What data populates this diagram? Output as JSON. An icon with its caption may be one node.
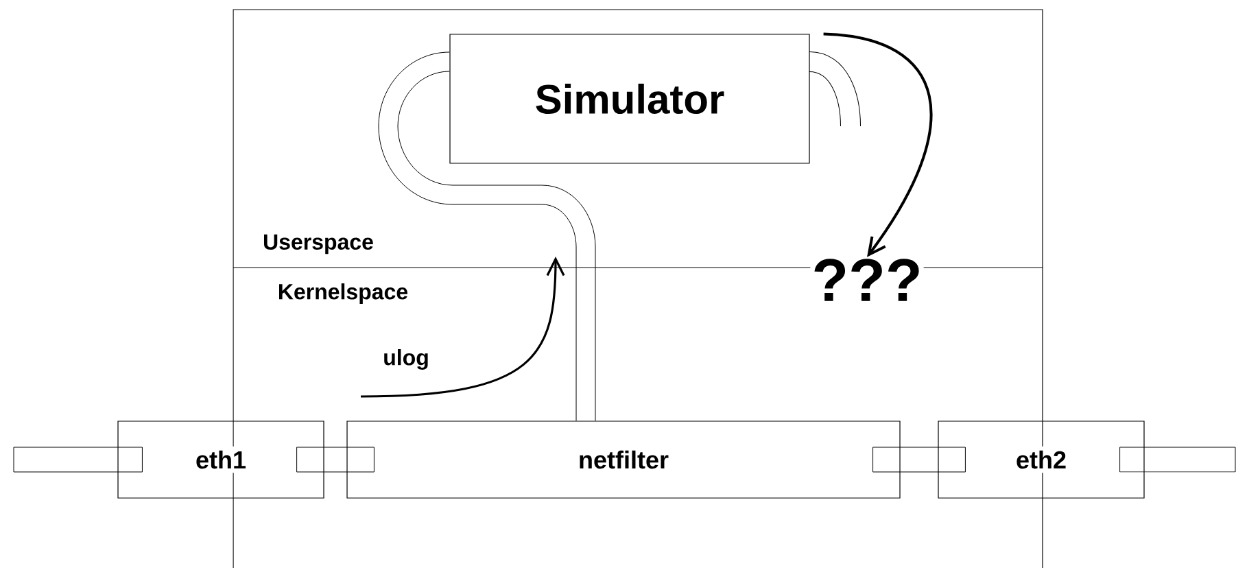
{
  "diagram": {
    "nodes": [
      {
        "text": [
          "Simulator"
        ]
      },
      {
        "text": [
          "eth1"
        ]
      },
      {
        "text": [
          "netfilter"
        ]
      },
      {
        "text": [
          "eth2"
        ]
      },
      {
        "text": [
          "???"
        ]
      }
    ],
    "edges": [
      {
        "from": 2,
        "to": 0,
        "arrow": "none"
      },
      {
        "from": 0,
        "to": 4,
        "arrow": "to",
        "style": "thick"
      },
      {
        "from": 1,
        "to": 2,
        "arrow": "none"
      },
      {
        "from": 2,
        "to": 3,
        "arrow": "none"
      },
      {
        "from": null,
        "to": 1,
        "arrow": "none"
      },
      {
        "from": 3,
        "to": null,
        "arrow": "none"
      }
    ],
    "labels": [
      "Userspace",
      "Kernelspace",
      "ulog"
    ]
  }
}
